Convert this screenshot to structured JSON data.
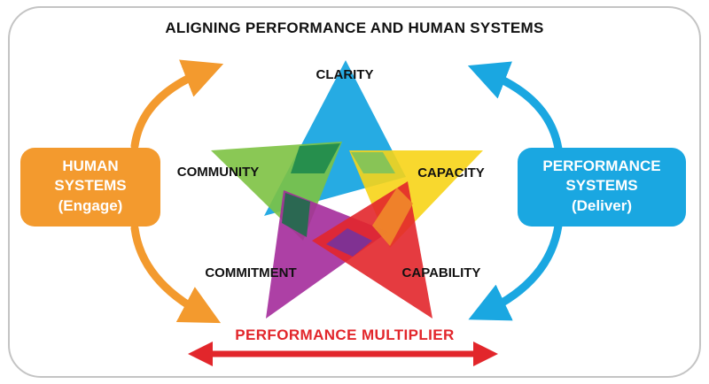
{
  "title": "ALIGNING PERFORMANCE AND HUMAN SYSTEMS",
  "left_box": {
    "line1": "HUMAN",
    "line2": "SYSTEMS",
    "line3": "(Engage)",
    "color": "#F39A2E"
  },
  "right_box": {
    "line1": "PERFORMANCE",
    "line2": "SYSTEMS",
    "line3": "(Deliver)",
    "color": "#1AA7E1"
  },
  "star_labels": {
    "clarity": "CLARITY",
    "community": "COMMUNITY",
    "capacity": "CAPACITY",
    "commitment": "COMMITMENT",
    "capability": "CAPABILITY"
  },
  "bottom_label": "PERFORMANCE MULTIPLIER",
  "colors": {
    "frame": "#bdbdbd",
    "blue": "#1AA7E1",
    "green": "#7DC242",
    "yellow": "#F7D417",
    "red": "#E2262B",
    "purple": "#A42B9B",
    "orange": "#F39A2E",
    "multiplier_red": "#E2262B"
  }
}
